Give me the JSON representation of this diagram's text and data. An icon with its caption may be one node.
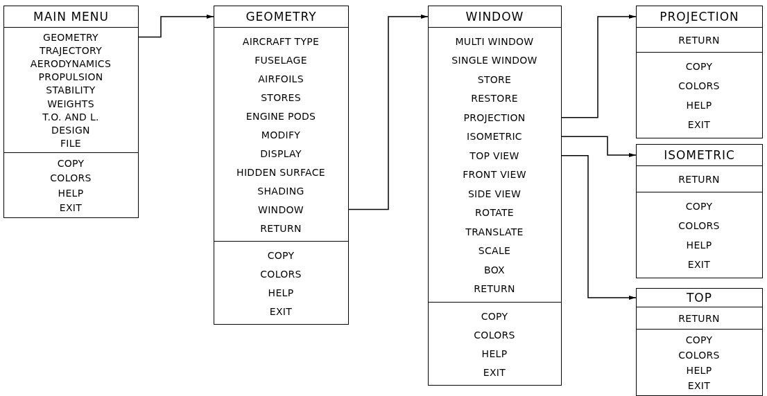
{
  "diagram": {
    "nodes": [
      {
        "text": [
          "MAIN MENU"
        ]
      },
      {
        "text": [],
        "shape": "box"
      },
      {
        "text": [
          "GEOMETRY"
        ],
        "in": 1
      },
      {
        "text": [
          "TRAJECTORY"
        ],
        "in": 1
      },
      {
        "text": [
          "AERODYNAMICS"
        ],
        "in": 1
      },
      {
        "text": [
          "PROPULSION"
        ],
        "in": 1
      },
      {
        "text": [
          "STABILITY"
        ],
        "in": 1
      },
      {
        "text": [
          "WEIGHTS"
        ],
        "in": 1
      },
      {
        "text": [
          "T.O. AND L."
        ],
        "in": 1
      },
      {
        "text": [
          "DESIGN"
        ],
        "in": 1
      },
      {
        "text": [
          "FILE"
        ],
        "in": 1
      },
      {
        "text": [],
        "shape": "box"
      },
      {
        "text": [
          "COPY"
        ],
        "in": 11
      },
      {
        "text": [
          "COLORS"
        ],
        "in": 11
      },
      {
        "text": [
          "HELP"
        ],
        "in": 11
      },
      {
        "text": [
          "EXIT"
        ],
        "in": 11
      },
      {
        "text": [
          "GEOMETRY"
        ]
      },
      {
        "text": [],
        "shape": "box"
      },
      {
        "text": [
          "AIRCRAFT TYPE"
        ],
        "in": 17
      },
      {
        "text": [
          "FUSELAGE"
        ],
        "in": 17
      },
      {
        "text": [
          "AIRFOILS"
        ],
        "in": 17
      },
      {
        "text": [
          "STORES"
        ],
        "in": 17
      },
      {
        "text": [
          "ENGINE PODS"
        ],
        "in": 17
      },
      {
        "text": [
          "MODIFY"
        ],
        "in": 17
      },
      {
        "text": [
          "DISPLAY"
        ],
        "in": 17
      },
      {
        "text": [
          "HIDDEN SURFACE"
        ],
        "in": 17
      },
      {
        "text": [
          "SHADING"
        ],
        "in": 17
      },
      {
        "text": [
          "WINDOW"
        ],
        "in": 17
      },
      {
        "text": [
          "RETURN"
        ],
        "in": 17
      },
      {
        "text": [],
        "shape": "box"
      },
      {
        "text": [
          "COPY"
        ],
        "in": 29
      },
      {
        "text": [
          "COLORS"
        ],
        "in": 29
      },
      {
        "text": [
          "HELP"
        ],
        "in": 29
      },
      {
        "text": [
          "EXIT"
        ],
        "in": 29
      },
      {
        "text": [
          "WINDOW"
        ]
      },
      {
        "text": [],
        "shape": "box"
      },
      {
        "text": [
          "MULTI WINDOW"
        ],
        "in": 35
      },
      {
        "text": [
          "SINGLE WINDOW"
        ],
        "in": 35
      },
      {
        "text": [
          "STORE"
        ],
        "in": 35
      },
      {
        "text": [
          "RESTORE"
        ],
        "in": 35
      },
      {
        "text": [
          "PROJECTION"
        ],
        "in": 35
      },
      {
        "text": [
          "ISOMETRIC"
        ],
        "in": 35
      },
      {
        "text": [
          "TOP VIEW"
        ],
        "in": 35
      },
      {
        "text": [
          "FRONT VIEW"
        ],
        "in": 35
      },
      {
        "text": [
          "SIDE VIEW"
        ],
        "in": 35
      },
      {
        "text": [
          "ROTATE"
        ],
        "in": 35
      },
      {
        "text": [
          "TRANSLATE"
        ],
        "in": 35
      },
      {
        "text": [
          "SCALE"
        ],
        "in": 35
      },
      {
        "text": [
          "BOX"
        ],
        "in": 35
      },
      {
        "text": [
          "RETURN"
        ],
        "in": 35
      },
      {
        "text": [],
        "shape": "box"
      },
      {
        "text": [
          "COPY"
        ],
        "in": 50
      },
      {
        "text": [
          "COLORS"
        ],
        "in": 50
      },
      {
        "text": [
          "HELP"
        ],
        "in": 50
      },
      {
        "text": [
          "EXIT"
        ],
        "in": 50
      },
      {
        "text": [
          "PROJECTION"
        ]
      },
      {
        "text": [],
        "shape": "box"
      },
      {
        "text": [
          "RETURN"
        ],
        "in": 56
      },
      {
        "text": [],
        "shape": "box"
      },
      {
        "text": [
          "COPY"
        ],
        "in": 58
      },
      {
        "text": [
          "COLORS"
        ],
        "in": 58
      },
      {
        "text": [
          "HELP"
        ],
        "in": 58
      },
      {
        "text": [
          "EXIT"
        ],
        "in": 58
      },
      {
        "text": [
          "ISOMETRIC"
        ]
      },
      {
        "text": [],
        "shape": "box"
      },
      {
        "text": [
          "RETURN"
        ],
        "in": 64
      },
      {
        "text": [],
        "shape": "box"
      },
      {
        "text": [
          "COPY"
        ],
        "in": 66
      },
      {
        "text": [
          "COLORS"
        ],
        "in": 66
      },
      {
        "text": [
          "HELP"
        ],
        "in": 66
      },
      {
        "text": [
          "EXIT"
        ],
        "in": 66
      },
      {
        "text": [
          "TOP"
        ]
      },
      {
        "text": [],
        "shape": "box"
      },
      {
        "text": [
          "RETURN"
        ],
        "in": 72
      },
      {
        "text": [],
        "shape": "box"
      },
      {
        "text": [
          "COPY"
        ],
        "in": 74
      },
      {
        "text": [
          "COLORS"
        ],
        "in": 74
      },
      {
        "text": [
          "HELP"
        ],
        "in": 74
      },
      {
        "text": [
          "EXIT"
        ],
        "in": 74
      }
    ],
    "edges": [
      {
        "from": 2,
        "to": 16,
        "arrow": "to"
      },
      {
        "from": 27,
        "to": 34,
        "arrow": "to"
      },
      {
        "from": 40,
        "to": 55,
        "arrow": "to"
      },
      {
        "from": 41,
        "to": 63,
        "arrow": "to"
      },
      {
        "from": 42,
        "to": 71,
        "arrow": "to"
      }
    ]
  }
}
